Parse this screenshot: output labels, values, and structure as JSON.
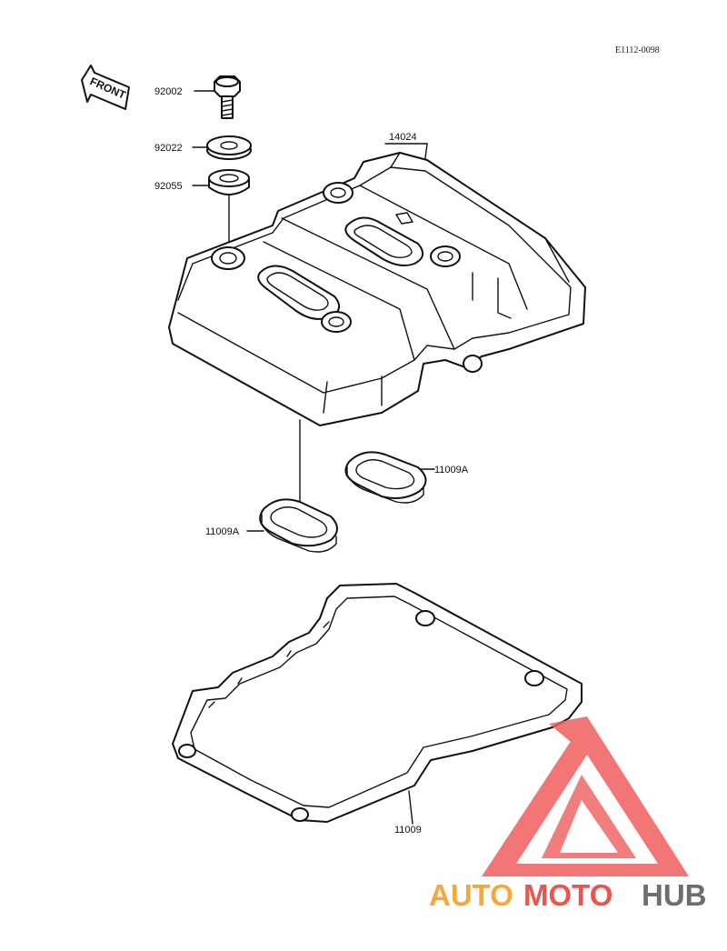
{
  "diagram_code": "E1112-0098",
  "front_label": "FRONT",
  "callouts": {
    "bolt": "92002",
    "washer": "92022",
    "grommet": "92055",
    "cylinder_head_cover": "14024",
    "plug_gasket_right": "11009A",
    "plug_gasket_left": "11009A",
    "head_cover_gasket": "11009"
  },
  "watermark": {
    "part1": "AUTO",
    "part2": "MOTO",
    "part3": "HUB",
    "colors": {
      "orange": "#f6a93b",
      "red": "#e9564d",
      "gray": "#6e6e6e",
      "logo": "#ee5a5a"
    }
  }
}
